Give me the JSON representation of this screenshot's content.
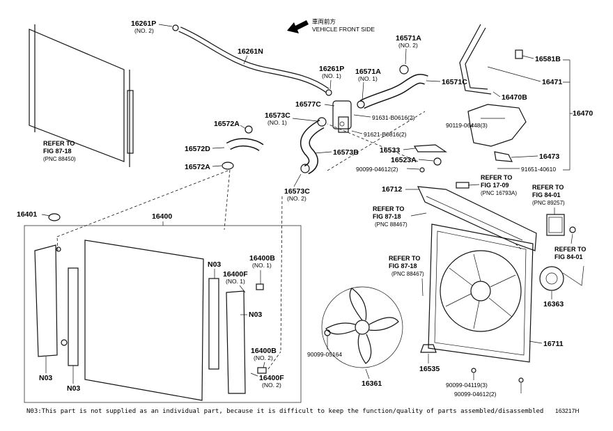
{
  "direction": {
    "arrow_icon": "arrow-icon",
    "jp": "車両前方",
    "en": "VEHICLE FRONT SIDE"
  },
  "refers": {
    "r1": {
      "l1": "REFER TO",
      "l2": "FIG 87-18",
      "l3": "(PNC 88450)"
    },
    "r2": {
      "l1": "REFER TO",
      "l2": "FIG 17-09",
      "l3": "(PNC 16793A)"
    },
    "r3": {
      "l1": "REFER TO",
      "l2": "FIG 84-01",
      "l3": "(PNC 89257)"
    },
    "r4": {
      "l1": "REFER TO",
      "l2": "FIG 87-18",
      "l3": "(PNC 88467)"
    },
    "r5": {
      "l1": "REFER TO",
      "l2": "FIG 87-18",
      "l3": "(PNC 88467)"
    },
    "r6": {
      "l1": "REFER TO",
      "l2": "FIG 84-01"
    }
  },
  "labels": {
    "p16261P": "16261P",
    "p16261P_sub": "(NO. 2)",
    "p16261N": "16261N",
    "p16261P1": "16261P",
    "p16261P1_sub": "(NO. 1)",
    "p16571A2": "16571A",
    "p16571A2_sub": "(NO. 2)",
    "p16571A1": "16571A",
    "p16571A1_sub": "(NO. 1)",
    "p16571C": "16571C",
    "p16577C": "16577C",
    "p16573C1": "16573C",
    "p16573C1_sub": "(NO. 1)",
    "p16573C2": "16573C",
    "p16573C2_sub": "(NO. 2)",
    "p16572A_top": "16572A",
    "p16572D": "16572D",
    "p16572A_bot": "16572A",
    "p16573B": "16573B",
    "b91631": "91631-B0616(2)",
    "b91621": "91621-B0816(2)",
    "b90119": "90119-06448(3)",
    "p16533": "16533",
    "p16523A": "16523A",
    "b90099_04612a": "90099-04612(2)",
    "p16712": "16712",
    "p16581B": "16581B",
    "p16471": "16471",
    "p16470B": "16470B",
    "p16470": "16470",
    "p16473": "16473",
    "b91651": "91651-40610",
    "p16401": "16401",
    "p16400": "16400",
    "p16400B1": "16400B",
    "p16400B1_sub": "(NO. 1)",
    "p16400F1": "16400F",
    "p16400F1_sub": "(NO. 1)",
    "p16400B2": "16400B",
    "p16400B2_sub": "(NO. 2)",
    "p16400F2": "16400F",
    "p16400F2_sub": "(NO. 2)",
    "n03_a": "N03",
    "n03_b": "N03",
    "n03_c": "N03",
    "n03_d": "N03",
    "p16363": "16363",
    "p16711": "16711",
    "p16361": "16361",
    "p16535": "16535",
    "b90099_05164": "90099-05164",
    "b90099_04119": "90099-04119(3)",
    "b90099_04612b": "90099-04612(2)"
  },
  "footer": {
    "note": "N03:This part is not supplied as an individual part, because it is difficult to keep the function/quality of parts assembled/disassembled",
    "figure_id": "163217H"
  }
}
